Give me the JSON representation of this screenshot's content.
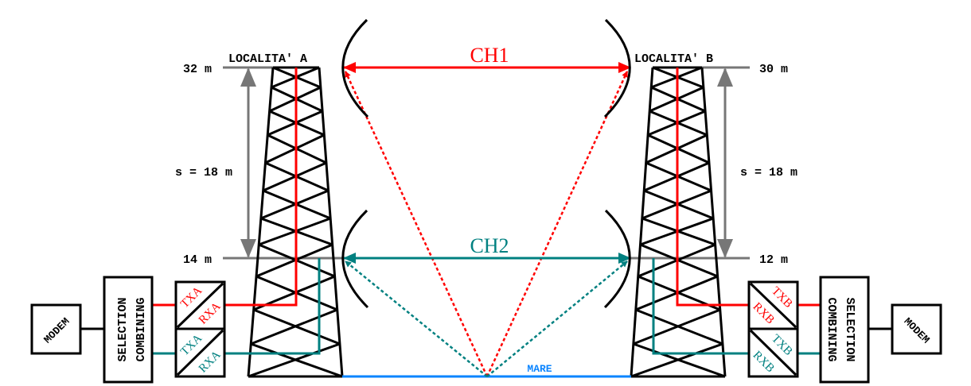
{
  "colors": {
    "ch1": "#ff0000",
    "ch2": "#008080",
    "dim": "#777777",
    "sea": "#0a84ff",
    "ink": "#000000"
  },
  "site_a": {
    "name": "LOCALITA' A",
    "top_height": "32 m",
    "low_height": "14 m",
    "spacing": "s = 18 m",
    "tx1": "TXA",
    "rx1": "RXA",
    "tx2": "TXA",
    "rx2": "RXA",
    "combiner_line1": "SELECTION",
    "combiner_line2": "COMBINING",
    "modem": "MODEM"
  },
  "site_b": {
    "name": "LOCALITA' B",
    "top_height": "30 m",
    "low_height": "12 m",
    "spacing": "s = 18 m",
    "tx1": "TXB",
    "rx1": "RXB",
    "tx2": "TXB",
    "rx2": "RXB",
    "combiner_line1": "SELECTION",
    "combiner_line2": "COMBINING",
    "modem": "MODEM"
  },
  "channels": {
    "ch1": "CH1",
    "ch2": "CH2"
  },
  "sea_label": "MARE"
}
